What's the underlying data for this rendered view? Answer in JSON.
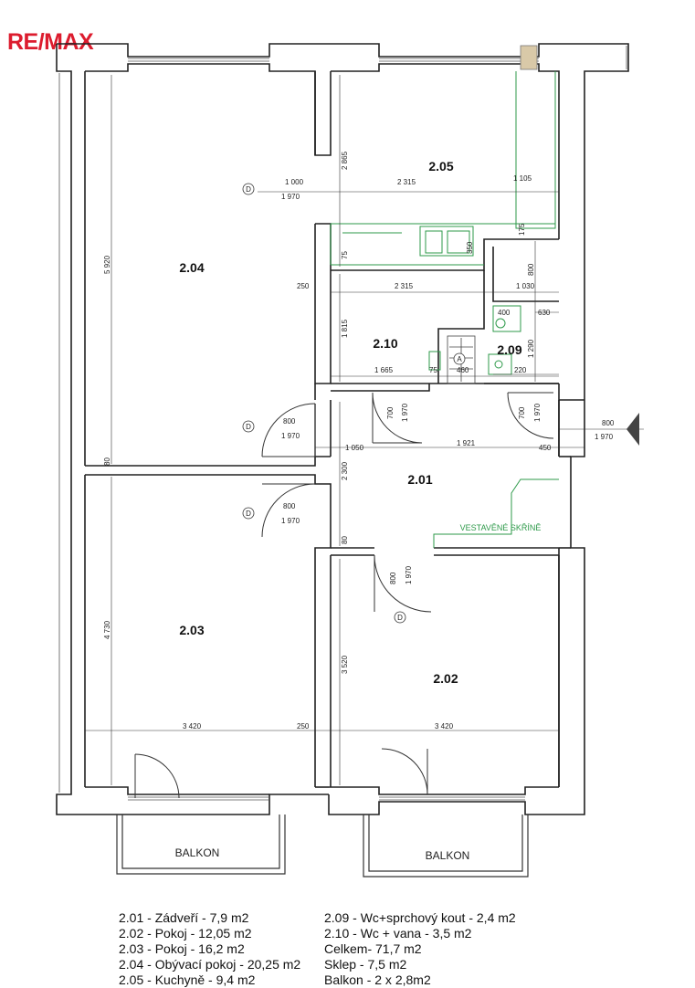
{
  "brand": {
    "logo_text": "RE/MAX",
    "logo_color": "#dc1c2e"
  },
  "colors": {
    "wall": "#222222",
    "built_in": "#2e9a4a",
    "dimension": "#333333"
  },
  "rooms": [
    {
      "id": "2.01",
      "label": "2.01"
    },
    {
      "id": "2.02",
      "label": "2.02"
    },
    {
      "id": "2.03",
      "label": "2.03"
    },
    {
      "id": "2.04",
      "label": "2.04"
    },
    {
      "id": "2.05",
      "label": "2.05"
    },
    {
      "id": "2.09",
      "label": "2.09"
    },
    {
      "id": "2.10",
      "label": "2.10"
    }
  ],
  "labels": {
    "balcony_left": "BALKON",
    "balcony_right": "BALKON",
    "built_in_wardrobe": "VESTAVĚNÉ SKŘÍNĚ",
    "door_mark_d": "D",
    "mark_a": "A"
  },
  "dimensions": {
    "d1000": "1 000",
    "d1970a": "1 970",
    "d2315a": "2 315",
    "d1105": "1 105",
    "d2865": "2 865",
    "d5920": "5 920",
    "d75a": "75",
    "d350": "350",
    "d175": "175",
    "d800v": "800",
    "d250a": "250",
    "d2315b": "2 315",
    "d1030": "1 030",
    "d400": "400",
    "d630": "630",
    "d1815": "1 815",
    "d1290": "1 290",
    "d1665": "1 665",
    "d75b": "75",
    "d460": "460",
    "d220": "220",
    "d700a": "700",
    "d1970b": "1 970",
    "d700b": "700",
    "d1970c": "1 970",
    "d800a": "800",
    "d1970d": "1 970",
    "d800b": "800",
    "d1970e": "1 970",
    "d1050": "1 050",
    "d1921": "1 921",
    "d450": "450",
    "d2300": "2 300",
    "d80a": "80",
    "d80b": "80",
    "d800c": "800",
    "d1970f": "1 970",
    "d800d": "800",
    "d1970g": "1 970",
    "d4730": "4 730",
    "d3520": "3 520",
    "d3420a": "3 420",
    "d250b": "250",
    "d3420b": "3 420"
  },
  "legend": {
    "left": [
      "2.01 - Zádveří - 7,9 m2",
      "2.02 - Pokoj - 12,05 m2",
      "2.03 - Pokoj - 16,2 m2",
      "2.04 - Obývací pokoj - 20,25 m2",
      "2.05 - Kuchyně - 9,4 m2"
    ],
    "right": [
      "2.09 - Wc+sprchový kout - 2,4 m2",
      "2.10 - Wc + vana - 3,5 m2",
      "Celkem- 71,7 m2",
      "Sklep - 7,5 m2",
      "Balkon - 2 x 2,8m2"
    ]
  }
}
